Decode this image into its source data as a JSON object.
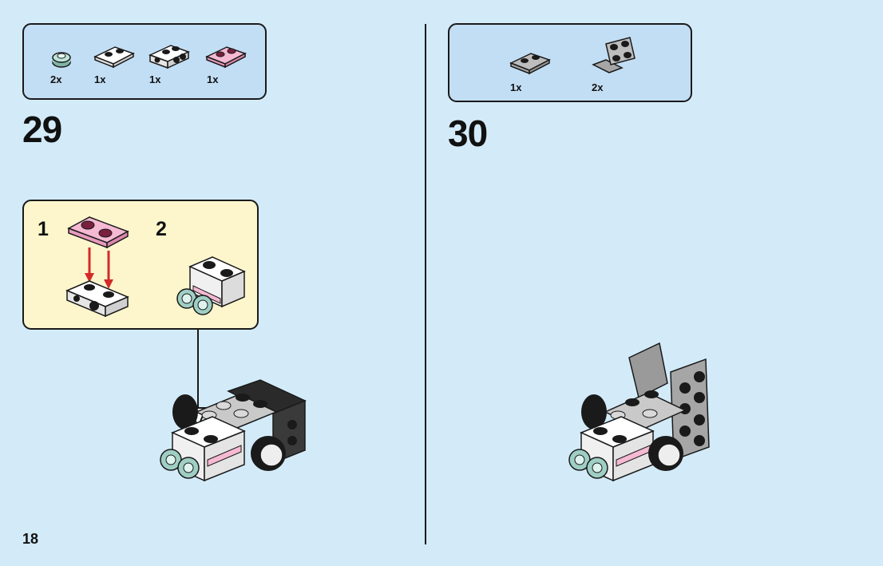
{
  "page": {
    "number": "18"
  },
  "steps": [
    {
      "number": "29",
      "parts": [
        {
          "icon": "round-plate-1x1-sand-green",
          "qty": "2x"
        },
        {
          "icon": "plate-1x2-white",
          "qty": "1x"
        },
        {
          "icon": "bracket-white-with-holes",
          "qty": "1x"
        },
        {
          "icon": "plate-1x2-trans-pink",
          "qty": "1x"
        }
      ],
      "substeps": [
        "1",
        "2"
      ]
    },
    {
      "number": "30",
      "parts": [
        {
          "icon": "plate-1x2-light-grey",
          "qty": "1x"
        },
        {
          "icon": "bracket-2x2-light-grey",
          "qty": "2x"
        }
      ]
    }
  ],
  "colors": {
    "background": "#d3ebf9",
    "parts_box": "#c2def4",
    "substep_box": "#fdf6cc",
    "arrow_red": "#d42a2a",
    "brick_white": "#f4f4f4",
    "brick_black": "#222222",
    "brick_grey": "#a6a6a6",
    "brick_pink": "#f2a9c9",
    "brick_sand_green": "#9fcfc4"
  }
}
